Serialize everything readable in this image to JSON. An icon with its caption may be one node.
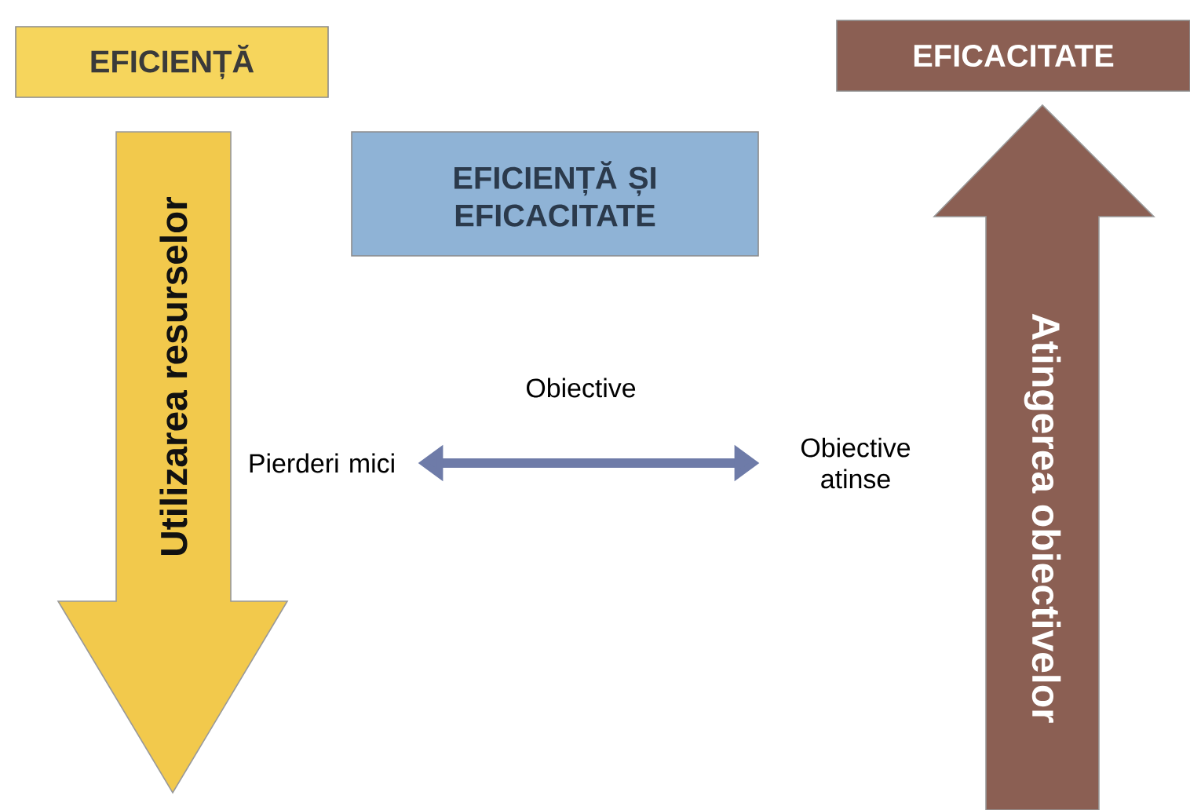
{
  "diagram": {
    "nodes": [
      {
        "text": [
          "EFICIENȚĂ"
        ]
      },
      {
        "text": [
          "EFICACITATE"
        ]
      },
      {
        "text": [
          "EFICIENȚĂ ȘI EFICACITATE"
        ]
      },
      {
        "text": [
          "Utilizarea resurselor"
        ]
      },
      {
        "text": [
          "Atingerea obiectivelor"
        ]
      },
      {
        "text": [
          "Pierderi mici"
        ]
      },
      {
        "text": [
          "Obiective atinse"
        ]
      }
    ],
    "edges": [
      {
        "from": 5,
        "to": 6,
        "arrow": "both",
        "label": "Obiective"
      }
    ]
  }
}
